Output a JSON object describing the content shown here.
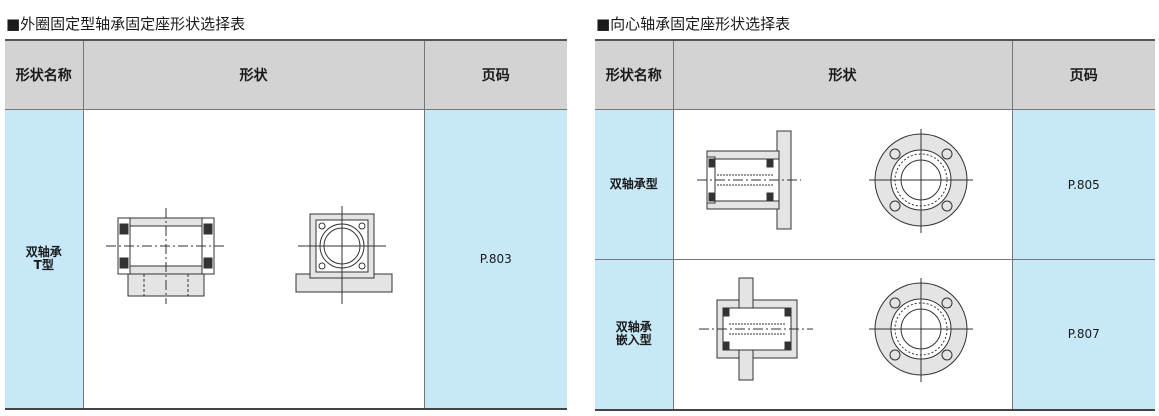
{
  "left": {
    "title": "■外圈固定型轴承固定座形状选择表",
    "headers": {
      "name": "形状名称",
      "shape": "形状",
      "page": "页码"
    },
    "rows": [
      {
        "name_lines": [
          "双轴承",
          "T型"
        ],
        "page": "P.803"
      }
    ]
  },
  "right": {
    "title": "■向心轴承固定座形状选择表",
    "headers": {
      "name": "形状名称",
      "shape": "形状",
      "page": "页码"
    },
    "rows": [
      {
        "name_lines": [
          "双轴承型"
        ],
        "page": "P.805"
      },
      {
        "name_lines": [
          "双轴承",
          "嵌入型"
        ],
        "page": "P.807"
      }
    ]
  },
  "colors": {
    "header_bg": "#d3d3d3",
    "name_bg": "#c6e8f7",
    "line": "#333333",
    "fill": "#e4e4e4"
  }
}
